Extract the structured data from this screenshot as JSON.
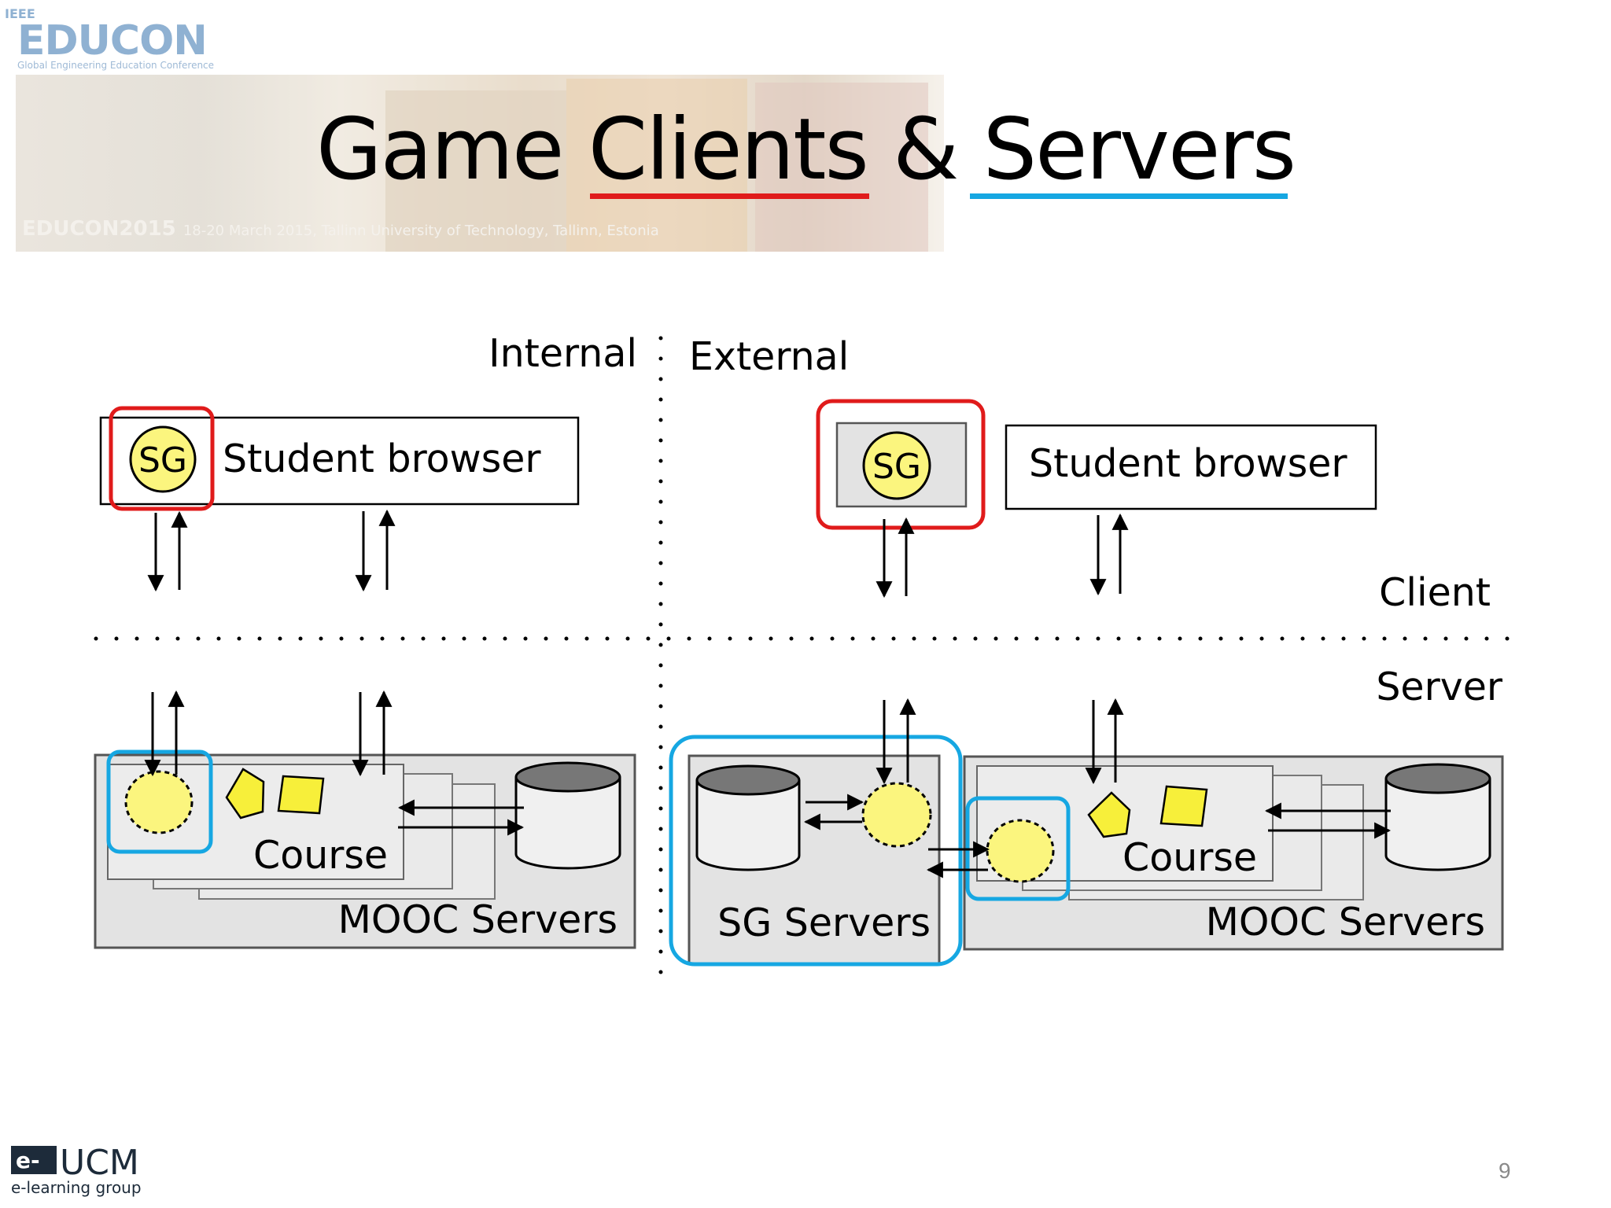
{
  "slide": {
    "title_parts": [
      "Game ",
      "Clients",
      " & ",
      "Servers"
    ],
    "page_number": "9"
  },
  "banner": {
    "ieee": "IEEE",
    "logo": "EDUCON",
    "subtitle": "Global Engineering Education Conference",
    "strip_main": "EDUCON2015",
    "strip_rest": "18-20 March 2015, Tallinn University of Technology, Tallinn, Estonia"
  },
  "diagram": {
    "label_internal": "Internal",
    "label_external": "External",
    "label_client": "Client",
    "label_server": "Server",
    "sg": "SG",
    "student_browser": "Student browser",
    "course": "Course",
    "mooc_servers": "MOOC Servers",
    "sg_servers": "SG Servers"
  },
  "footer": {
    "logo_text": "UCM",
    "logo_sub": "e-learning group",
    "logo_badge": "e-"
  },
  "colors": {
    "highlight_red": "#e01b1b",
    "highlight_blue": "#16a7e2",
    "sg_yellow": "#fbf57e",
    "shape_yellow": "#f7ef3a",
    "panel_grey": "#e3e3e3"
  }
}
